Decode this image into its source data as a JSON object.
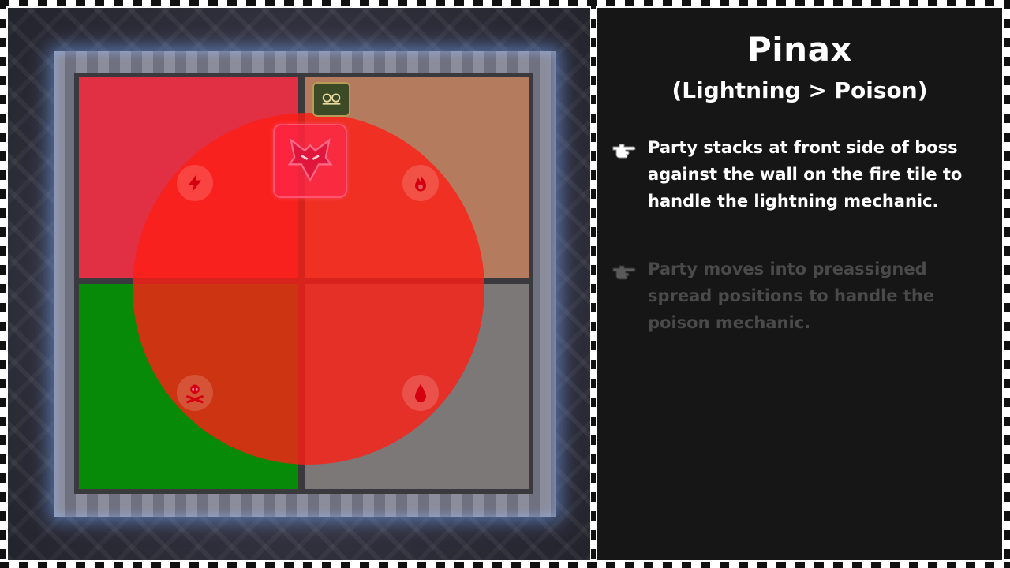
{
  "arena": {
    "tiles": {
      "top_left": {
        "element": "lightning",
        "color": "#e12f44"
      },
      "top_right": {
        "element": "fire",
        "color": "#b57b5e"
      },
      "bottom_left": {
        "element": "poison",
        "color": "#078a07"
      },
      "bottom_right": {
        "element": "water",
        "color": "#7d7878"
      }
    },
    "aoe_color": "#ff1e14",
    "boss_icon": "boss-marker-icon",
    "party_icon": "party-stack-icon"
  },
  "panel": {
    "title": "Pinax",
    "subtitle": "(Lightning > Poison)",
    "steps": [
      {
        "text": "Party stacks at front side of boss against the wall on the fire tile to handle the lightning mechanic.",
        "active": true
      },
      {
        "text": "Party moves into preassigned spread positions to handle the poison mechanic.",
        "active": false
      }
    ]
  }
}
